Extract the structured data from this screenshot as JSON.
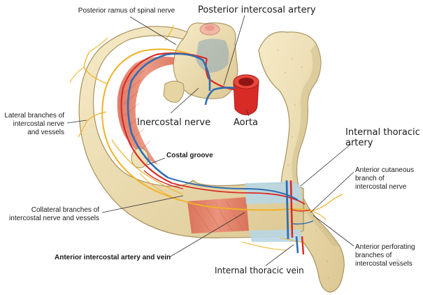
{
  "labels": {
    "posterior_ramus": "Posterior ramus of spinal nerve",
    "posterior_intercostal_artery": "Posterior intercosal artery",
    "lateral_branches": [
      "Lateral branches of",
      "intercostal nerve",
      "and vessels"
    ],
    "intercostal_nerve": "Inercostal nerve",
    "aorta": "Aorta",
    "internal_thoracic_artery": [
      "Internal thoracic",
      "artery"
    ],
    "costal_groove": "Costal groove",
    "anterior_cutaneous": [
      "Anterior cutaneous",
      "branch of",
      "intercostal nerve"
    ],
    "collateral_branches": [
      "Collateral branches of",
      "intercostal nerve and vessels"
    ],
    "anterior_intercostal": "Anterior intercostal artery and vein",
    "anterior_perforating": [
      "Anterior perforating",
      "branches of",
      "intercostal vessels"
    ],
    "internal_thoracic_vein": "Internal thoracic vein"
  },
  "watermark": "a ..",
  "colors": {
    "bone": "#eee0b4",
    "bone_shade": "#cdb985",
    "bone_dark": "#a8925e",
    "muscle": "#e37e66",
    "muscle_dark": "#c65a45",
    "artery": "#d92b26",
    "vein": "#2f6db2",
    "nerve": "#f0b229",
    "membrane": "#b9d7e4",
    "leader": "#333333"
  }
}
